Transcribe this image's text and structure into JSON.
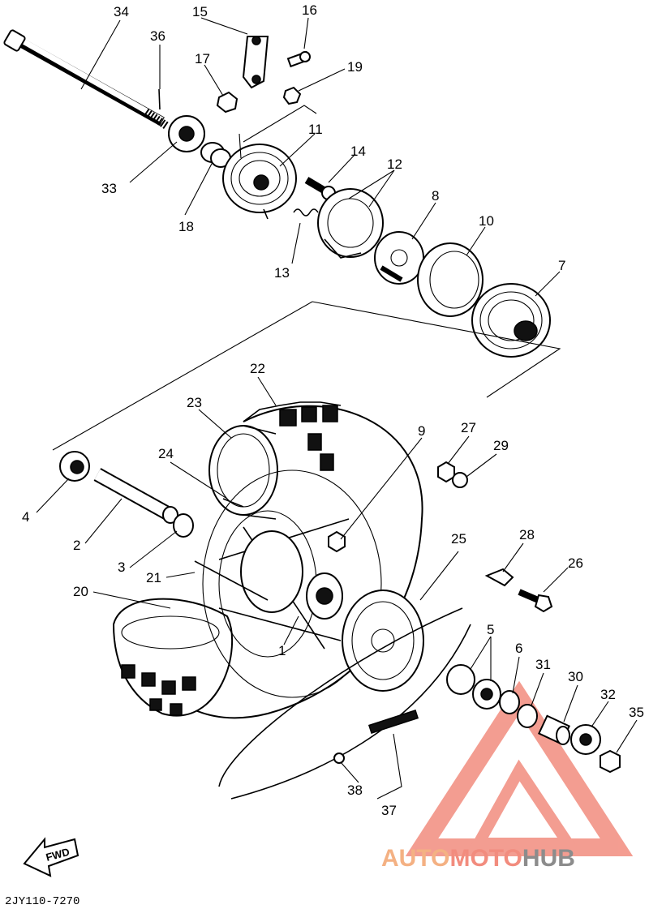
{
  "diagram": {
    "part_numbers": [
      "1",
      "2",
      "3",
      "4",
      "5",
      "6",
      "7",
      "8",
      "9",
      "10",
      "11",
      "12",
      "13",
      "14",
      "15",
      "16",
      "17",
      "18",
      "19",
      "20",
      "21",
      "22",
      "23",
      "24",
      "25",
      "26",
      "27",
      "28",
      "29",
      "30",
      "31",
      "32",
      "33",
      "34",
      "35",
      "36",
      "37",
      "38"
    ],
    "fwd_label": "FWD",
    "drawing_code": "2JY110-7270"
  },
  "watermark": {
    "part1": "AUTO",
    "part2": "MOTO",
    "part3": "HUB",
    "color1": "#f4b183",
    "color2": "#f28c7e",
    "color3": "#8c8c8c",
    "triangle_color": "#f28c7e"
  }
}
